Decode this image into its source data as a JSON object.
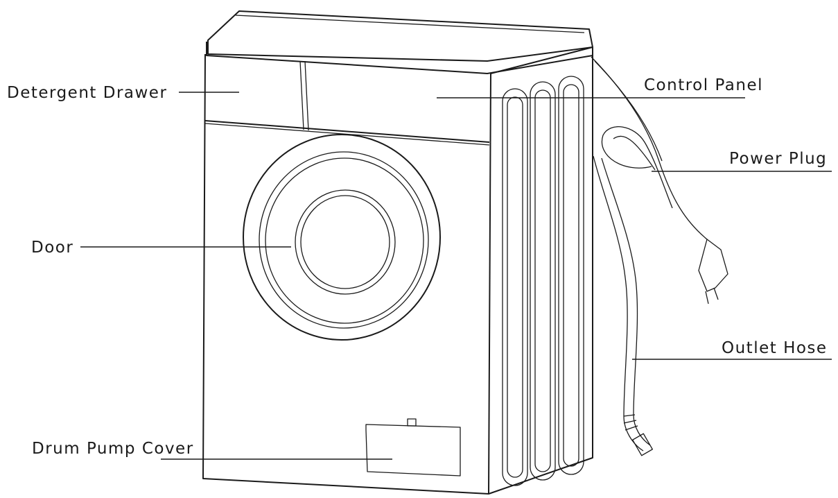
{
  "labels": {
    "detergent_drawer": "Detergent Drawer",
    "control_panel": "Control Panel",
    "power_plug": "Power Plug",
    "door": "Door",
    "outlet_hose": "Outlet Hose",
    "drum_pump_cover": "Drum Pump Cover"
  },
  "colors": {
    "line": "#1a1a1a",
    "background": "#ffffff"
  }
}
